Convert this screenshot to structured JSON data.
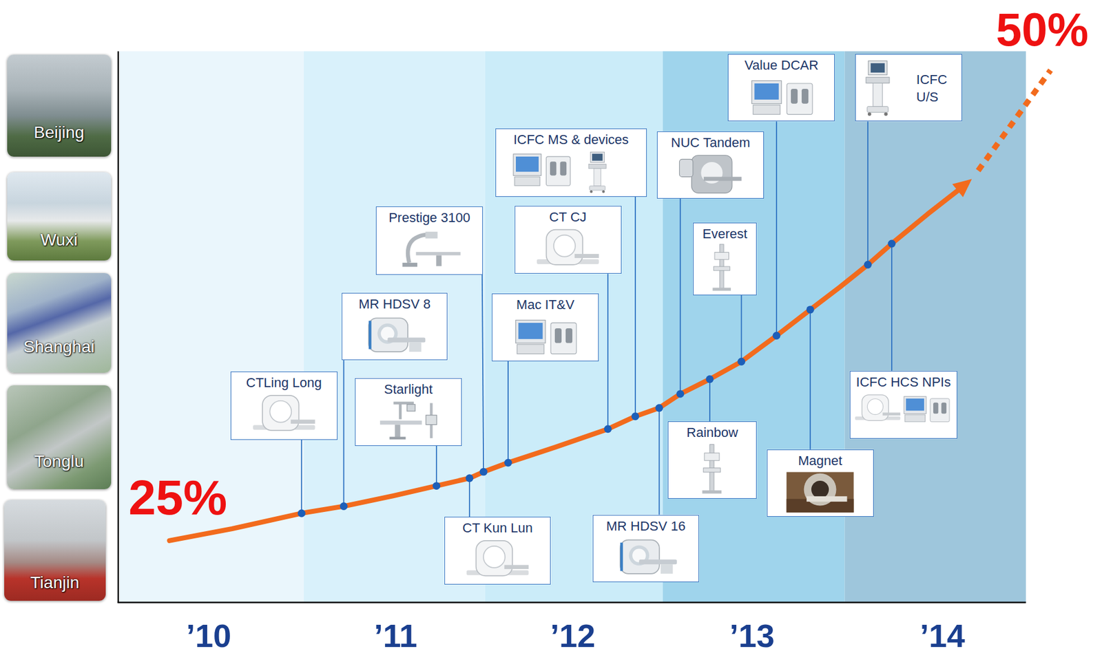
{
  "diagram": {
    "nodes": [
      {
        "text": [
          "Beijing"
        ]
      },
      {
        "text": [
          "Wuxi"
        ]
      },
      {
        "text": [
          "Shanghai"
        ]
      },
      {
        "text": [
          "Tonglu"
        ]
      },
      {
        "text": [
          "Tianjin"
        ]
      },
      {
        "text": [
          "CTLing Long"
        ]
      },
      {
        "text": [
          "MR HDSV 8"
        ]
      },
      {
        "text": [
          "Starlight"
        ]
      },
      {
        "text": [
          "CT Kun Lun"
        ]
      },
      {
        "text": [
          "Prestige 3100"
        ]
      },
      {
        "text": [
          "Mac IT&V"
        ]
      },
      {
        "text": [
          "CT CJ"
        ]
      },
      {
        "text": [
          "ICFC MS & devices"
        ]
      },
      {
        "text": [
          "MR HDSV 16"
        ]
      },
      {
        "text": [
          "NUC Tandem"
        ]
      },
      {
        "text": [
          "Rainbow"
        ]
      },
      {
        "text": [
          "Everest"
        ]
      },
      {
        "text": [
          "Value DCAR"
        ]
      },
      {
        "text": [
          "Magnet"
        ]
      },
      {
        "text": [
          "ICFC U/S"
        ]
      },
      {
        "text": [
          "ICFC HCS NPIs"
        ]
      }
    ],
    "labels": [
      "25%",
      "50%",
      "’10",
      "’11",
      "’12",
      "’13",
      "’14"
    ]
  }
}
